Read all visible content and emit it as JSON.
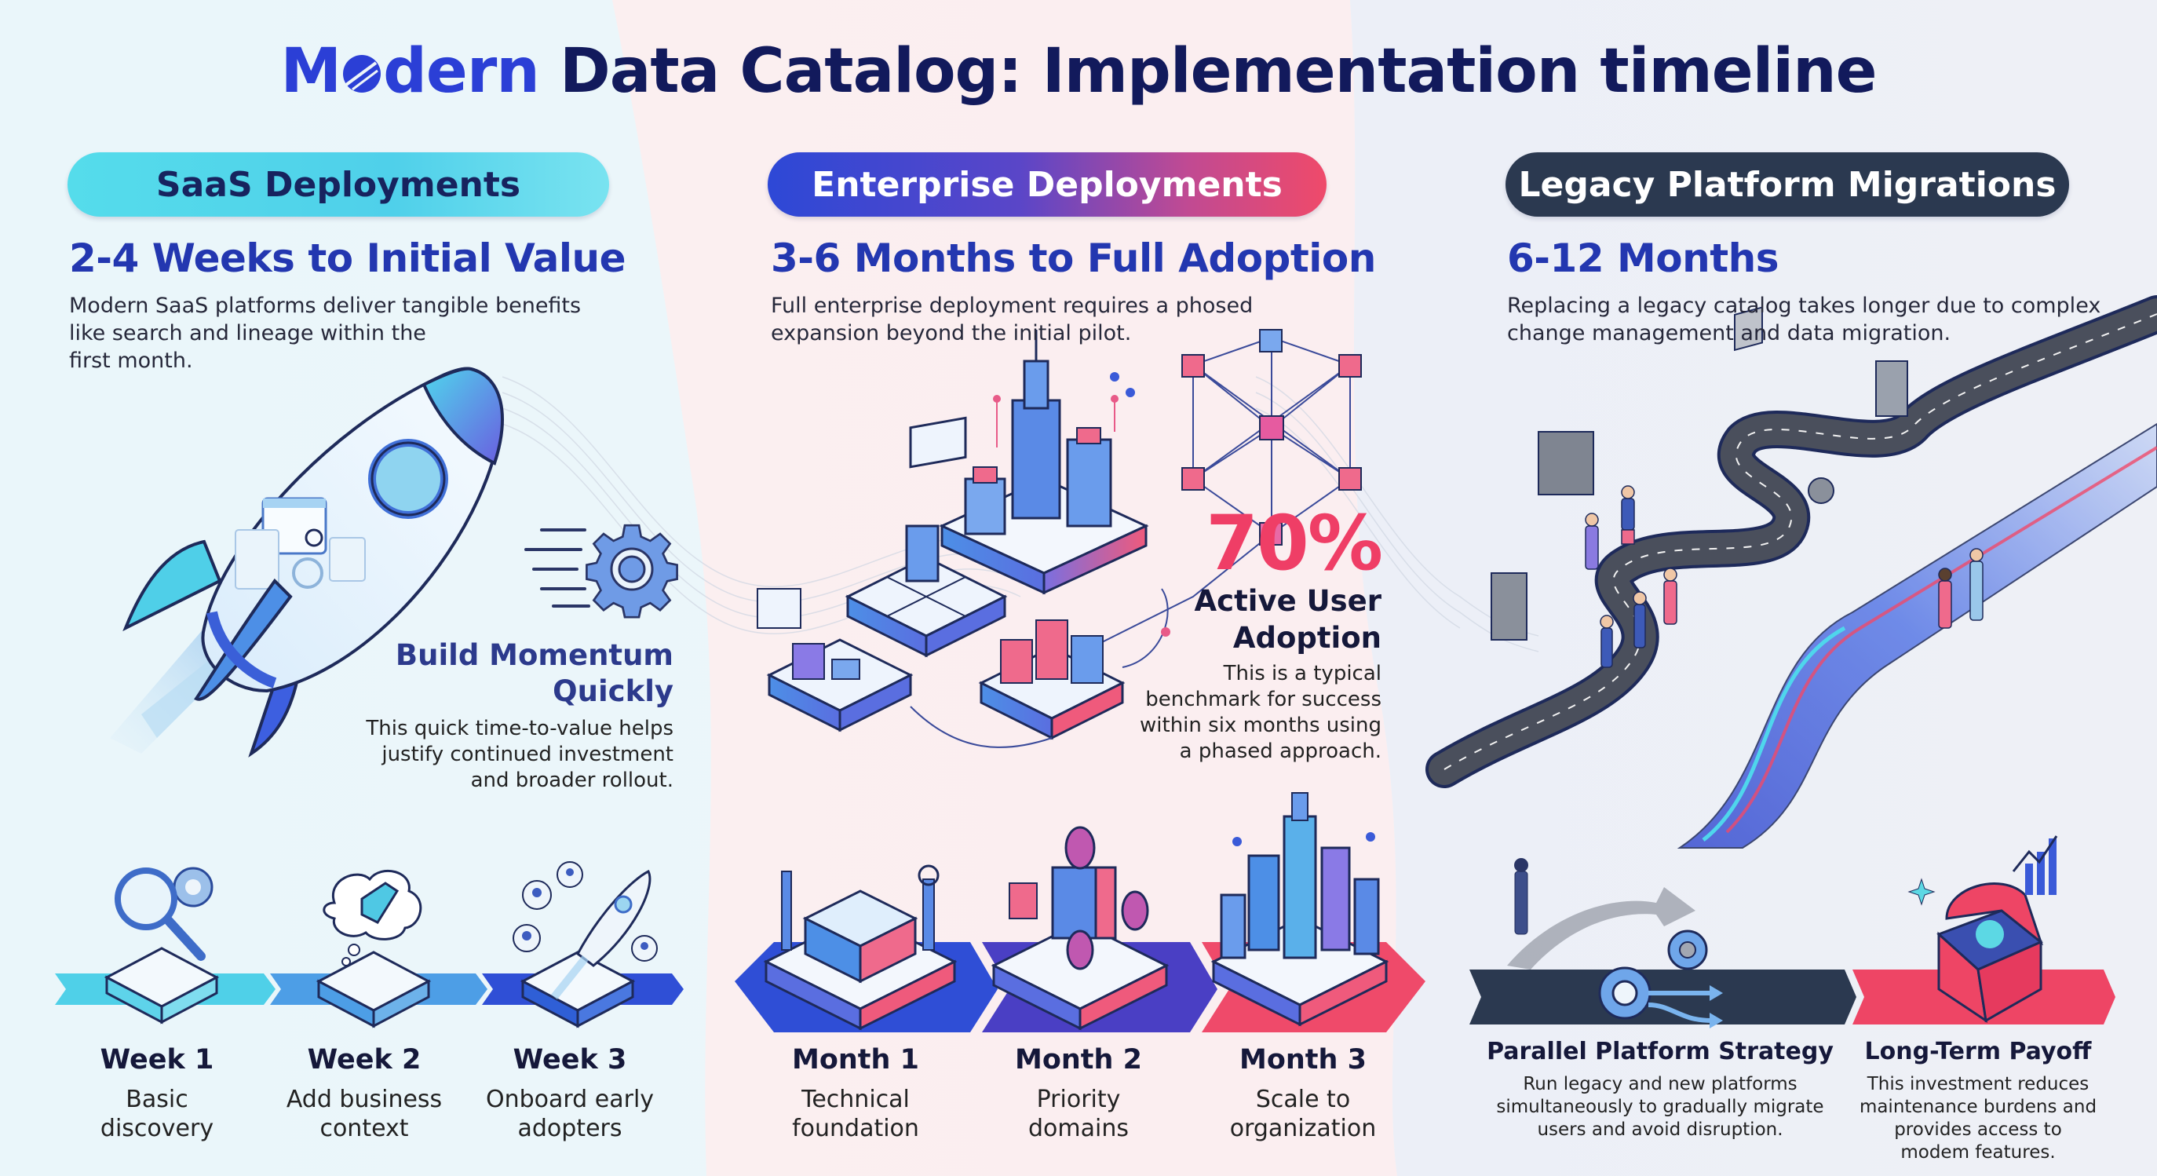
{
  "title": {
    "accent_word": "Modern",
    "rest": "Data Catalog: Implementation timeline"
  },
  "colors": {
    "title_navy": "#121a5c",
    "title_accent": "#2b3fd6",
    "heading_blue": "#2337b0",
    "saas_pill": "#4fd0ea",
    "enterprise_pill_start": "#2d48d6",
    "enterprise_pill_end": "#ef4a6a",
    "legacy_pill": "#2b3950",
    "stat_pink": "#ef3e66"
  },
  "columns": {
    "saas": {
      "pill_label": "SaaS Deployments",
      "heading": "2-4 Weeks to Initial Value",
      "description_lines": [
        "Modern SaaS platforms deliver tangible benefits",
        "like search and lineage within the",
        "first month."
      ],
      "illustration": "rocket-icon",
      "callout": {
        "icon": "gear-icon",
        "title_lines": [
          "Build Momentum",
          "Quickly"
        ],
        "body_lines": [
          "This quick time-to-value helps",
          "justify continued investment",
          "and broader rollout."
        ]
      },
      "steps": [
        {
          "label": "Week 1",
          "desc_lines": [
            "Basic",
            "discovery"
          ],
          "icon": "magnifier-gear-icon"
        },
        {
          "label": "Week 2",
          "desc_lines": [
            "Add business",
            "context"
          ],
          "icon": "tag-cloud-icon"
        },
        {
          "label": "Week 3",
          "desc_lines": [
            "Onboard early",
            "adopters"
          ],
          "icon": "rocket-users-icon"
        }
      ]
    },
    "enterprise": {
      "pill_label": "Enterprise Deployments",
      "heading": "3-6 Months to Full Adoption",
      "description_lines": [
        "Full enterprise deployment requires a phosed",
        "expansion beyond the initial pilot."
      ],
      "illustration": "isometric-city-network-icon",
      "stat": {
        "value": "70%",
        "title_lines": [
          "Active User",
          "Adoption"
        ],
        "body_lines": [
          "This is a typical",
          "benchmark for success",
          "within six months using",
          "a phased approach."
        ]
      },
      "steps": [
        {
          "label": "Month 1",
          "desc_lines": [
            "Technical",
            "foundation"
          ],
          "icon": "blocks-tools-icon"
        },
        {
          "label": "Month 2",
          "desc_lines": [
            "Priority",
            "domains"
          ],
          "icon": "domain-blocks-icon"
        },
        {
          "label": "Month 3",
          "desc_lines": [
            "Scale to",
            "organization"
          ],
          "icon": "skyscraper-city-icon"
        }
      ]
    },
    "legacy": {
      "pill_label": "Legacy Platform Migrations",
      "heading": "6-12 Months",
      "description_lines": [
        "Replacing a legacy catalog takes longer due to complex",
        "change management and data migration."
      ],
      "illustration": "winding-road-hyperloop-icon",
      "steps": [
        {
          "label": "Parallel Platform Strategy",
          "desc_lines": [
            "Run legacy and new platforms",
            "simultaneously to gradually migrate",
            "users and avoid disruption."
          ],
          "icon": "parallel-gears-icon"
        },
        {
          "label": "Long-Term Payoff",
          "desc_lines": [
            "This investment reduces",
            "maintenance burdens and",
            "provides access to",
            "modem features."
          ],
          "icon": "treasure-chest-growth-icon"
        }
      ]
    }
  }
}
